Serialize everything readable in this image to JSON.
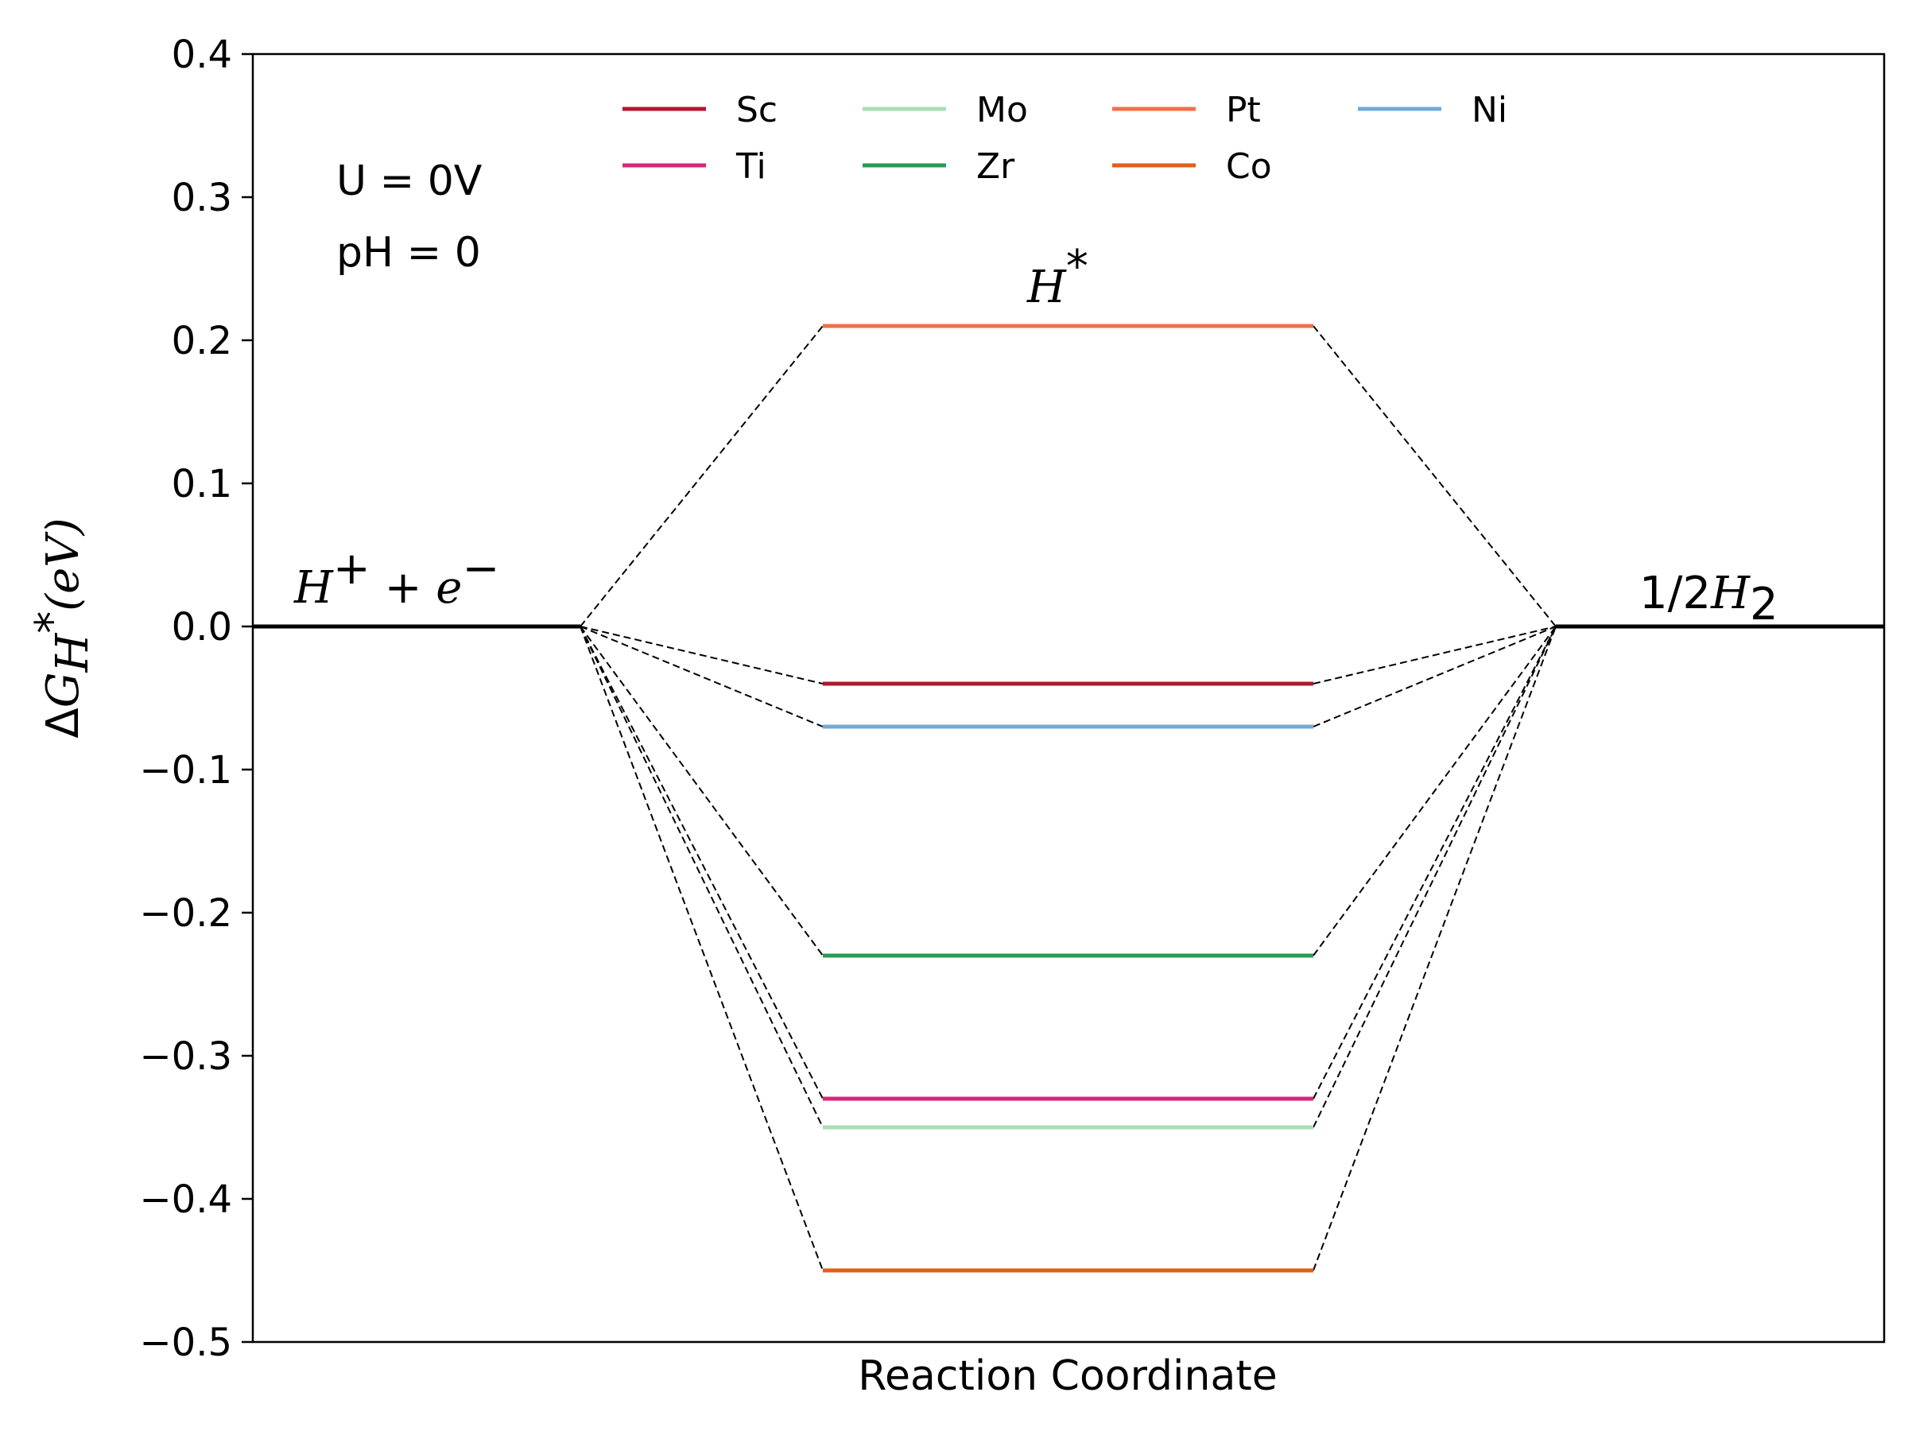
{
  "chart_data": {
    "type": "line",
    "xlabel": "Reaction Coordinate",
    "ylabel_parts": {
      "delta": "Δ",
      "G": "G",
      "sub_H": "H",
      "sup_star": "*",
      "unit": "(eV)"
    },
    "ylim": [
      -0.5,
      0.4
    ],
    "yticks": [
      0.4,
      0.3,
      0.2,
      0.1,
      0.0,
      -0.1,
      -0.2,
      -0.3,
      -0.4,
      -0.5
    ],
    "ytick_labels": [
      "0.4",
      "0.3",
      "0.2",
      "0.1",
      "0.0",
      "−0.1",
      "−0.2",
      "−0.3",
      "−0.4",
      "−0.5"
    ],
    "grid": false,
    "legend_location": "top-center",
    "annotations": {
      "potential": "U = 0V",
      "ph": "pH = 0"
    },
    "states": {
      "initial": {
        "value": 0.0,
        "label_parts": [
          "H",
          "+",
          " + ",
          "e",
          "−"
        ]
      },
      "intermediate": {
        "label_parts": [
          "H",
          "*"
        ]
      },
      "final": {
        "value": 0.0,
        "label_parts": [
          "1/2",
          "H",
          "2"
        ]
      }
    },
    "series": [
      {
        "name": "Sc",
        "value": -0.04,
        "color": "#b2182b"
      },
      {
        "name": "Ti",
        "value": -0.33,
        "color": "#d6267a"
      },
      {
        "name": "Mo",
        "value": -0.35,
        "color": "#a9dfb5"
      },
      {
        "name": "Zr",
        "value": -0.23,
        "color": "#2a9a55"
      },
      {
        "name": "Pt",
        "value": 0.21,
        "color": "#ef7148"
      },
      {
        "name": "Co",
        "value": -0.45,
        "color": "#e05f16"
      },
      {
        "name": "Ni",
        "value": -0.07,
        "color": "#74aad3"
      }
    ],
    "connector_style": "dashed"
  }
}
